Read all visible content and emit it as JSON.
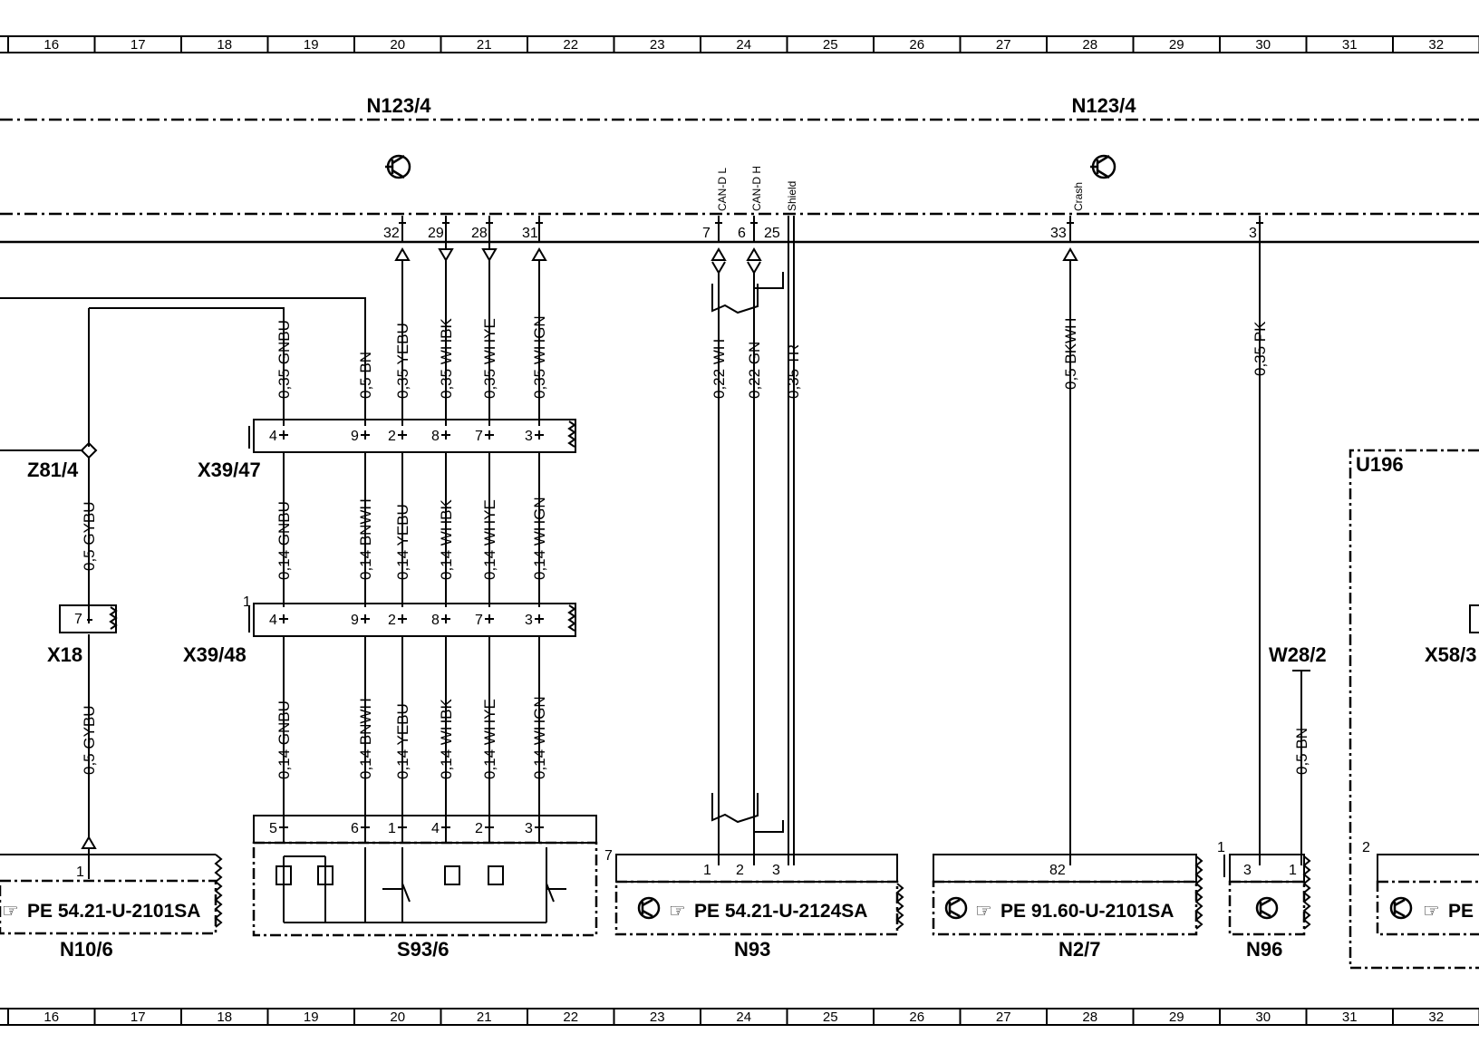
{
  "ruler": [
    "16",
    "17",
    "18",
    "19",
    "20",
    "21",
    "22",
    "23",
    "24",
    "25",
    "26",
    "27",
    "28",
    "29",
    "30",
    "31",
    "32"
  ],
  "modules": {
    "left": "N123/4",
    "right": "N123/4",
    "u196": "U196"
  },
  "signals": {
    "can_l": "CAN-D L",
    "can_h": "CAN-D H",
    "shield": "Shield",
    "crash": "Crash"
  },
  "connectors": {
    "z81": "Z81/4",
    "x39_47": "X39/47",
    "x39_48": "X39/48",
    "x18": "X18",
    "w28": "W28/2",
    "x58": "X58/3",
    "x39_48_num": "1"
  },
  "n123_pins": {
    "p32": "32",
    "p29": "29",
    "p28": "28",
    "p31": "31",
    "p7": "7",
    "p6": "6",
    "p25": "25",
    "p33": "33",
    "p3": "3"
  },
  "x39_47_pins": [
    "4",
    "9",
    "2",
    "8",
    "7",
    "3"
  ],
  "x39_48_pins": [
    "4",
    "9",
    "2",
    "8",
    "7",
    "3"
  ],
  "s93_pins": [
    "5",
    "6",
    "1",
    "4",
    "2",
    "3"
  ],
  "x18_pin": "7",
  "wires": {
    "w_gnbu_top": "0,35  GNBU",
    "w_bn_top": "0,5  BN",
    "w_yebu_top": "0,35  YEBU",
    "w_whbk_top": "0,35  WHBK",
    "w_whye_top": "0,35  WHYE",
    "w_whgn_top": "0,35  WHGN",
    "w_gybu_top": "0,5  GYBU",
    "w_gnbu_mid": "0,14  GNBU",
    "w_bnwh_mid": "0,14  BNWH",
    "w_yebu_mid": "0,14  YEBU",
    "w_whbk_mid": "0,14  WHBK",
    "w_whye_mid": "0,14  WHYE",
    "w_whgn_mid": "0,14  WHGN",
    "w_gybu_bot": "0,5  GYBU",
    "w_gnbu_bot": "0,14  GNBU",
    "w_bnwh_bot": "0,14  BNWH",
    "w_yebu_bot": "0,14  YEBU",
    "w_whbk_bot": "0,14  WHBK",
    "w_whye_bot": "0,14  WHYE",
    "w_whgn_bot": "0,14  WHGN",
    "w_wh": "0,22  WH",
    "w_gn": "0,22  GN",
    "w_tr": "0,35  TR",
    "w_bkwh": "0,5  BKWH",
    "w_pk": "0,35  PK",
    "w_bn2": "0,5  BN"
  },
  "components": {
    "n10": {
      "name": "N10/6",
      "ref": "PE  54.21-U-2101SA",
      "pin": "1"
    },
    "s93": {
      "name": "S93/6",
      "num": "7"
    },
    "n93": {
      "name": "N93",
      "ref": "PE  54.21-U-2124SA",
      "pins": [
        "1",
        "2",
        "3"
      ]
    },
    "n2": {
      "name": "N2/7",
      "ref": "PE  91.60-U-2101SA",
      "pin": "82"
    },
    "n96": {
      "name": "N96",
      "pins": [
        "3",
        "1"
      ],
      "num": "1"
    },
    "u196_box": {
      "ref": "PE",
      "num": "2"
    }
  }
}
